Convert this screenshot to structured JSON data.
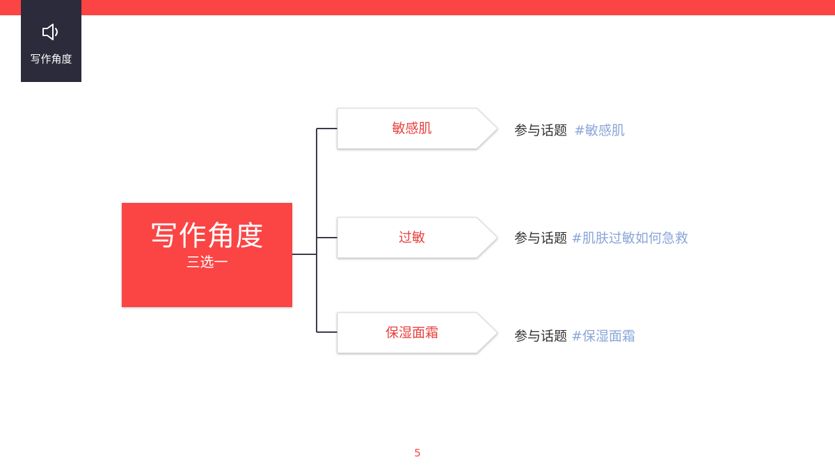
{
  "badge": {
    "label": "写作角度",
    "icon": "speaker-icon"
  },
  "center": {
    "title": "写作角度",
    "subtitle": "三选一"
  },
  "branches": [
    {
      "label": "敏感肌",
      "topic_prefix": "参与话题",
      "topic_tag": "#敏感肌"
    },
    {
      "label": "过敏",
      "topic_prefix": "参与话题",
      "topic_tag": "#肌肤过敏如何急救"
    },
    {
      "label": "保湿面霜",
      "topic_prefix": "参与话题",
      "topic_tag": "#保湿面霜"
    }
  ],
  "page_number": "5",
  "colors": {
    "accent": "#fb4444",
    "badge_bg": "#2b2b3b",
    "tag_blue": "#8aa6d8",
    "text_dark": "#333333"
  }
}
